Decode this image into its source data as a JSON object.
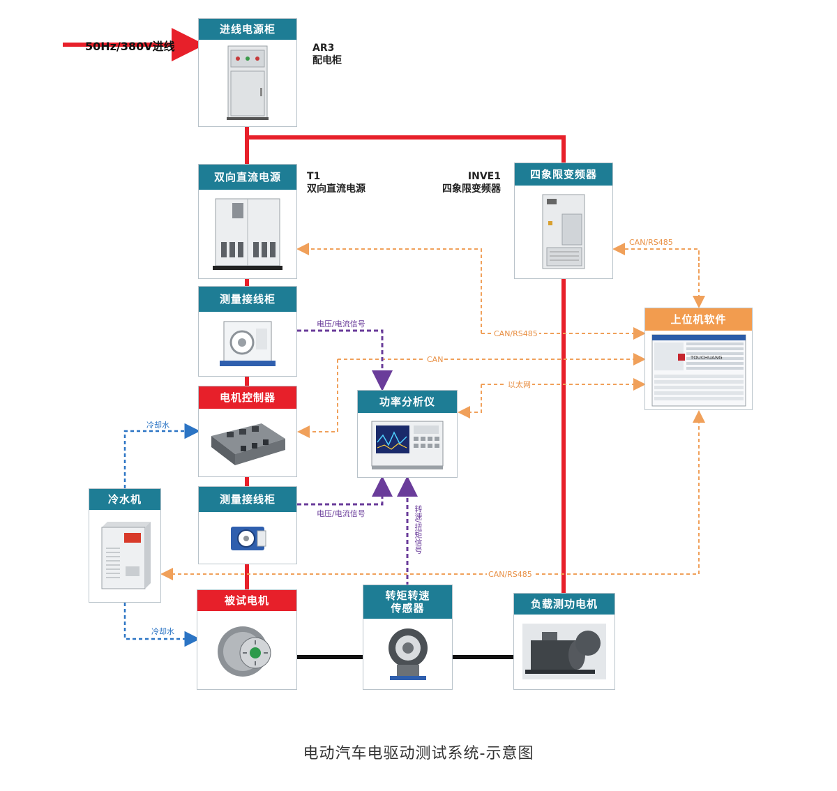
{
  "input": {
    "label": "50Hz/380V进线"
  },
  "boxes": {
    "incoming_cabinet": {
      "title": "进线电源柜",
      "side_caption": "AR3\n配电柜"
    },
    "bidirectional_dc": {
      "title": "双向直流电源",
      "side_caption": "T1\n双向直流电源"
    },
    "four_quadrant_inverter": {
      "title": "四象限变频器",
      "side_caption": "INVE1\n四象限变频器"
    },
    "measurement_cabinet_1": {
      "title": "测量接线柜"
    },
    "motor_controller": {
      "title": "电机控制器"
    },
    "power_analyzer": {
      "title": "功率分析仪"
    },
    "host_software": {
      "title": "上位机软件",
      "logo_text": "TOUCHUANG"
    },
    "chiller": {
      "title": "冷水机"
    },
    "measurement_cabinet_2": {
      "title": "测量接线柜"
    },
    "test_motor": {
      "title": "被试电机"
    },
    "torque_sensor": {
      "title": "转矩转速\n传感器"
    },
    "load_motor": {
      "title": "负载测功电机"
    }
  },
  "signals": {
    "can_rs485_inverter": "CAN/RS485",
    "can_rs485_dc": "CAN/RS485",
    "can_controller": "CAN",
    "ethernet": "以太网",
    "voltage_current_1": "电压/电流信号",
    "voltage_current_2": "电压/电流信号",
    "speed_torque": "转速/扭矩信号",
    "can_rs485_chiller": "CAN/RS485",
    "cooling_water_1": "冷却水",
    "cooling_water_2": "冷却水"
  },
  "caption": "电动汽车电驱动测试系统-示意图",
  "colors": {
    "power_line": "#e7202a",
    "shaft": "#111111",
    "comm": "#f0a05a",
    "measure": "#6a3c9a",
    "water": "#2b74c4",
    "teal_header": "#1e7d95",
    "red_header": "#e7202a",
    "orange_header": "#f29c4f"
  }
}
